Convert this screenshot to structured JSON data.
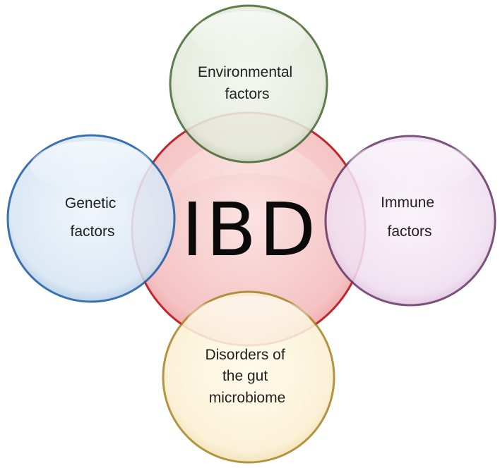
{
  "diagram": {
    "center": {
      "label": "IBD",
      "fill": "#f7c9c9",
      "stroke": "#c0272d"
    },
    "satellites": [
      {
        "key": "environmental",
        "lines": [
          "Environmental",
          "factors"
        ],
        "fill": "#e7ede1",
        "stroke": "#4a6a34"
      },
      {
        "key": "genetic",
        "lines": [
          "Genetic",
          "factors"
        ],
        "fill": "#dde8f4",
        "stroke": "#1f5fa6"
      },
      {
        "key": "immune",
        "lines": [
          "Immune",
          "factors"
        ],
        "fill": "#f3e3f2",
        "stroke": "#6b3a6b"
      },
      {
        "key": "microbiome",
        "lines": [
          "Disorders of",
          "the gut",
          "microbiome"
        ],
        "fill": "#fcf3d9",
        "stroke": "#a8862a"
      }
    ]
  }
}
